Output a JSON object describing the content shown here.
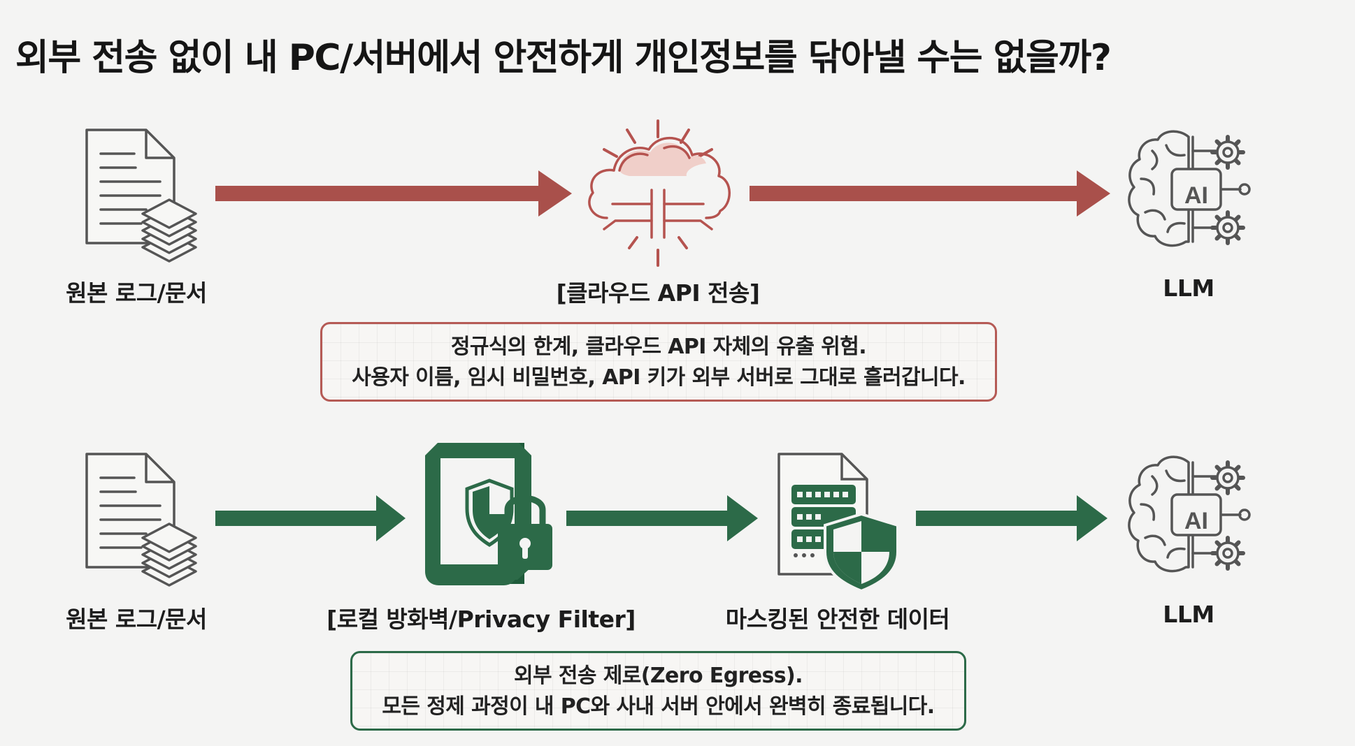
{
  "title": "외부 전송 없이 내 PC/서버에서 안전하게 개인정보를 닦아낼 수는 없을까?",
  "colors": {
    "danger": "#a9504b",
    "safe": "#2c6a48",
    "icon_outline": "#555555"
  },
  "top_flow": {
    "source_label": "원본 로그/문서",
    "middle_label": "[클라우드 API 전송]",
    "target_label": "LLM",
    "ai_badge": "AI",
    "callout": {
      "line1": "정규식의 한계, 클라우드 API 자체의 유출 위험.",
      "line2": "사용자 이름, 임시 비밀번호, API 키가 외부 서버로 그대로 흘러갑니다."
    }
  },
  "bottom_flow": {
    "source_label": "원본 로그/문서",
    "filter_label": "[로컬 방화벽/Privacy Filter]",
    "masked_label": "마스킹된 안전한 데이터",
    "target_label": "LLM",
    "ai_badge": "AI",
    "callout": {
      "line1": "외부 전송 제로(Zero Egress).",
      "line2": "모든 정제 과정이 내 PC와 사내 서버 안에서 완벽히 종료됩니다."
    }
  },
  "icons": {
    "document": "document-stack-icon",
    "cloud": "cloud-api-icon",
    "llm": "ai-brain-icon",
    "firewall": "shield-lock-icon",
    "server": "server-shield-icon"
  }
}
